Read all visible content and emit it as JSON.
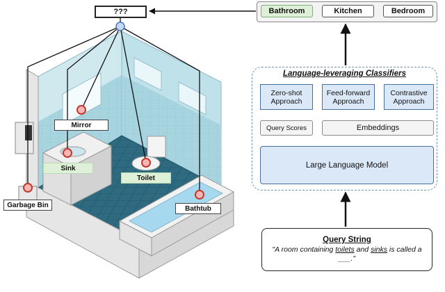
{
  "scene": {
    "query_label": "???",
    "objects": [
      {
        "id": "mirror",
        "label": "Mirror"
      },
      {
        "id": "sink",
        "label": "Sink"
      },
      {
        "id": "toilet",
        "label": "Toilet"
      },
      {
        "id": "bathtub",
        "label": "Bathtub"
      },
      {
        "id": "garbage_bin",
        "label": "Garbage Bin"
      }
    ]
  },
  "outputs": [
    "Bathroom",
    "Kitchen",
    "Bedroom"
  ],
  "classifiers": {
    "title": "Language-leveraging Classifiers",
    "approaches": [
      {
        "line1": "Zero-shot",
        "line2": "Approach"
      },
      {
        "line1": "Feed-forward",
        "line2": "Approach"
      },
      {
        "line1": "Contrastive",
        "line2": "Approach"
      }
    ],
    "query_scores": "Query Scores",
    "embeddings": "Embeddings",
    "llm": "Large Language Model"
  },
  "query": {
    "title": "Query String",
    "text_parts": [
      "\"A room containing ",
      "toilets",
      " and ",
      "sinks",
      " is called a ",
      "___",
      ".\""
    ]
  },
  "colors": {
    "accent": "#4472c4",
    "box_blue": "#dbe8f8",
    "label_green": "#dff0d8",
    "wall": "#a8d4e0",
    "floor": "#2f6b80"
  }
}
